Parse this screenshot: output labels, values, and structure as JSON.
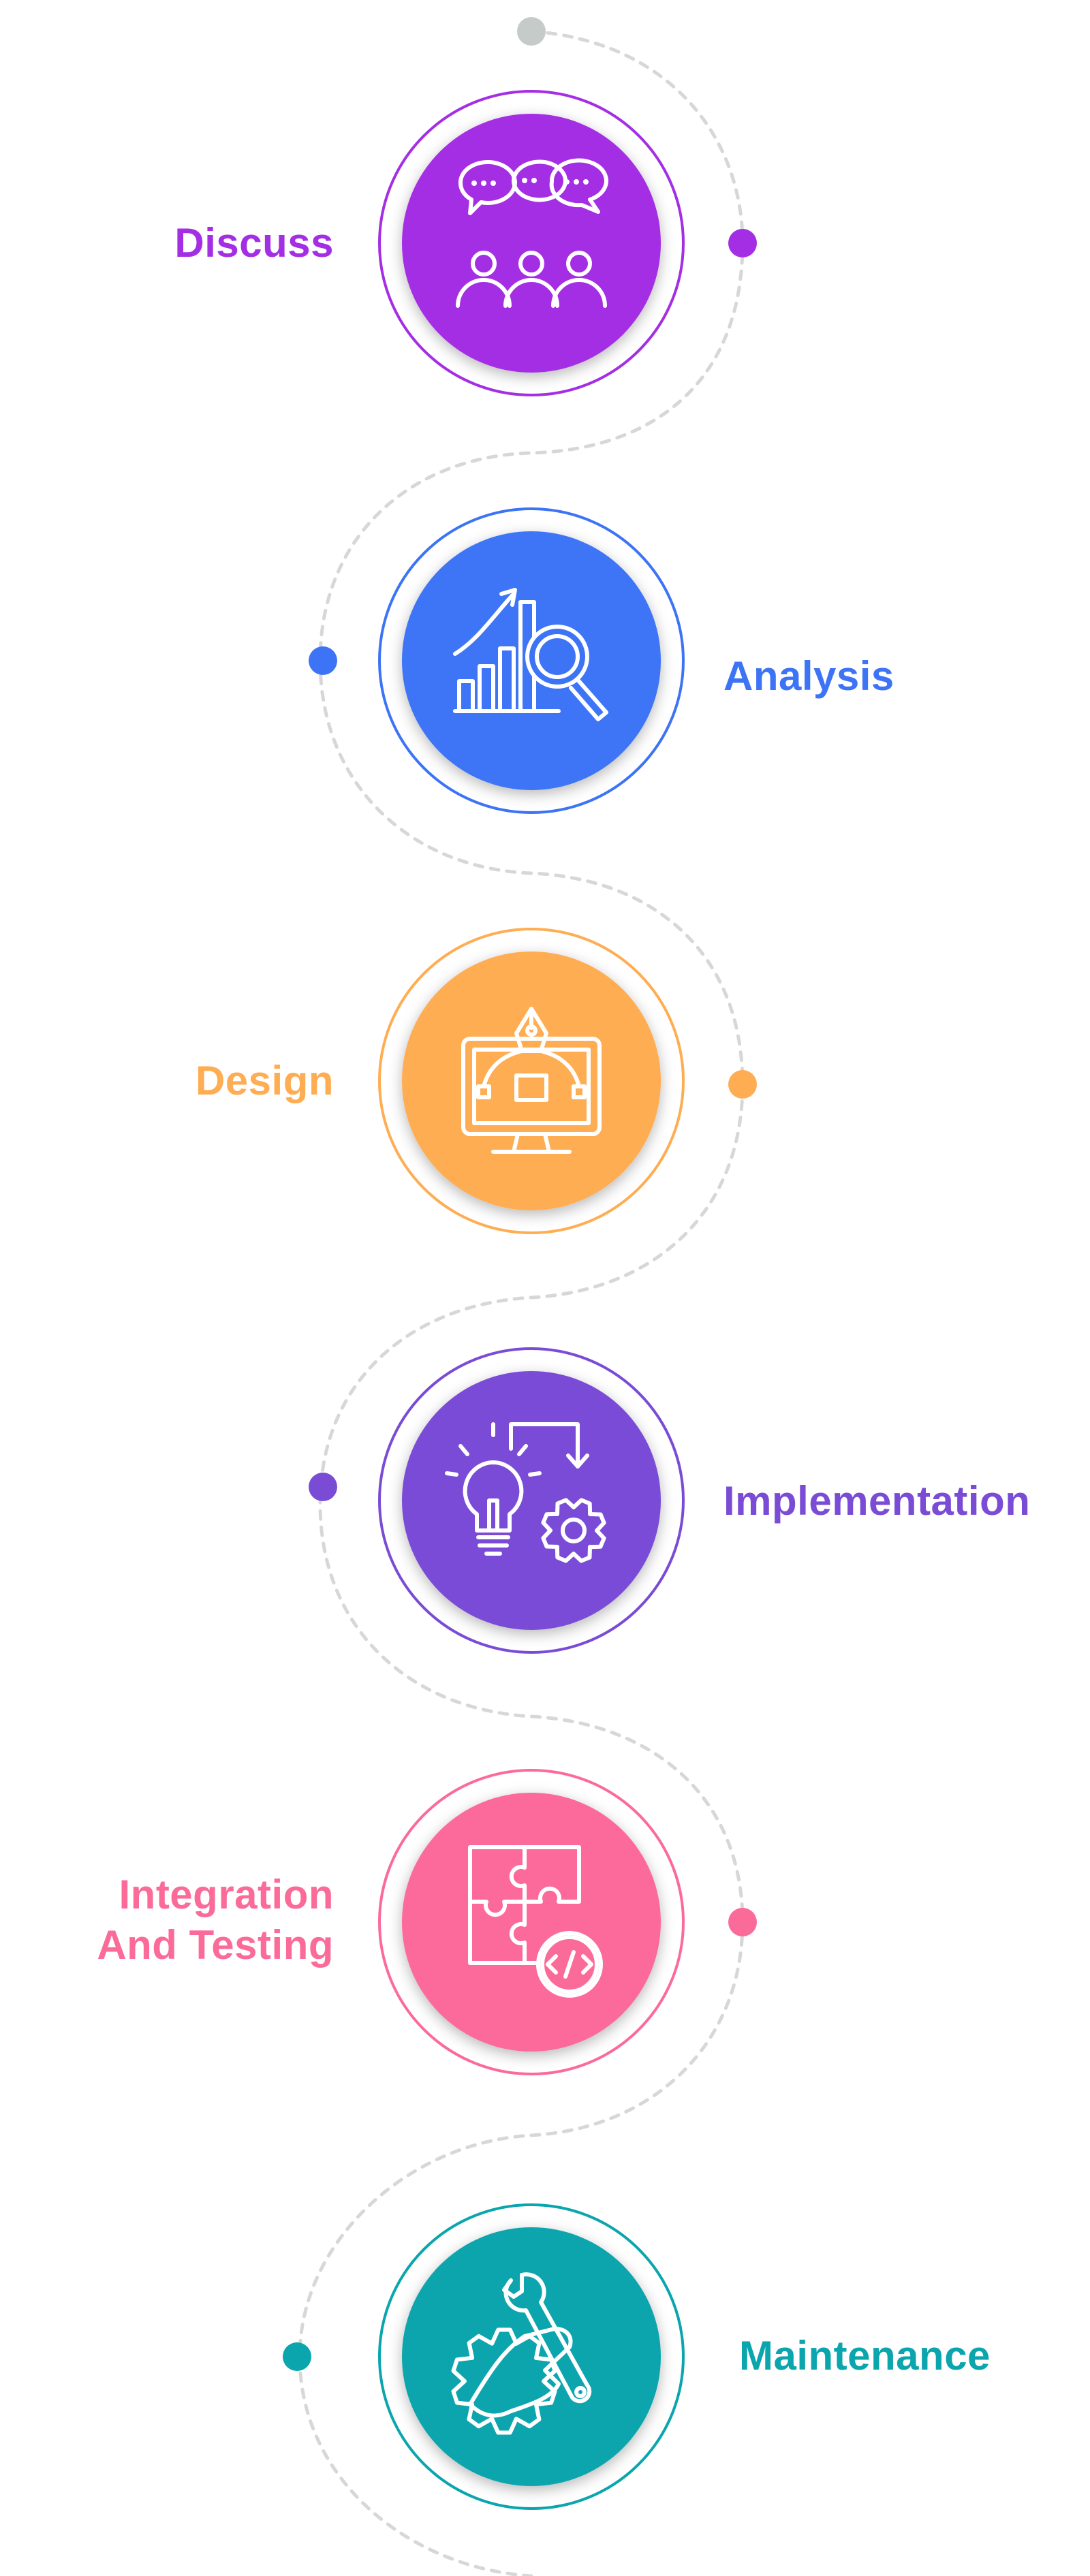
{
  "steps": [
    {
      "label_lines": [
        "Discuss"
      ],
      "color": "#a42ee4",
      "icon": "discussion-people-icon",
      "side": "left"
    },
    {
      "label_lines": [
        "Analysis"
      ],
      "color": "#3d74f6",
      "icon": "chart-magnifier-icon",
      "side": "right"
    },
    {
      "label_lines": [
        "Design"
      ],
      "color": "#ffad53",
      "icon": "monitor-pen-design-icon",
      "side": "left"
    },
    {
      "label_lines": [
        "Implementation"
      ],
      "color": "#7a4cd6",
      "icon": "lightbulb-gear-icon",
      "side": "right"
    },
    {
      "label_lines": [
        "Integration",
        "And Testing"
      ],
      "color": "#fb6b9a",
      "icon": "puzzle-code-icon",
      "side": "left"
    },
    {
      "label_lines": [
        "Maintenance"
      ],
      "color": "#0aa5ad",
      "icon": "wrench-gear-hand-icon",
      "side": "right"
    }
  ],
  "connector": {
    "color": "#d7d7d7",
    "start_dot_color": "#c4cbc8"
  }
}
